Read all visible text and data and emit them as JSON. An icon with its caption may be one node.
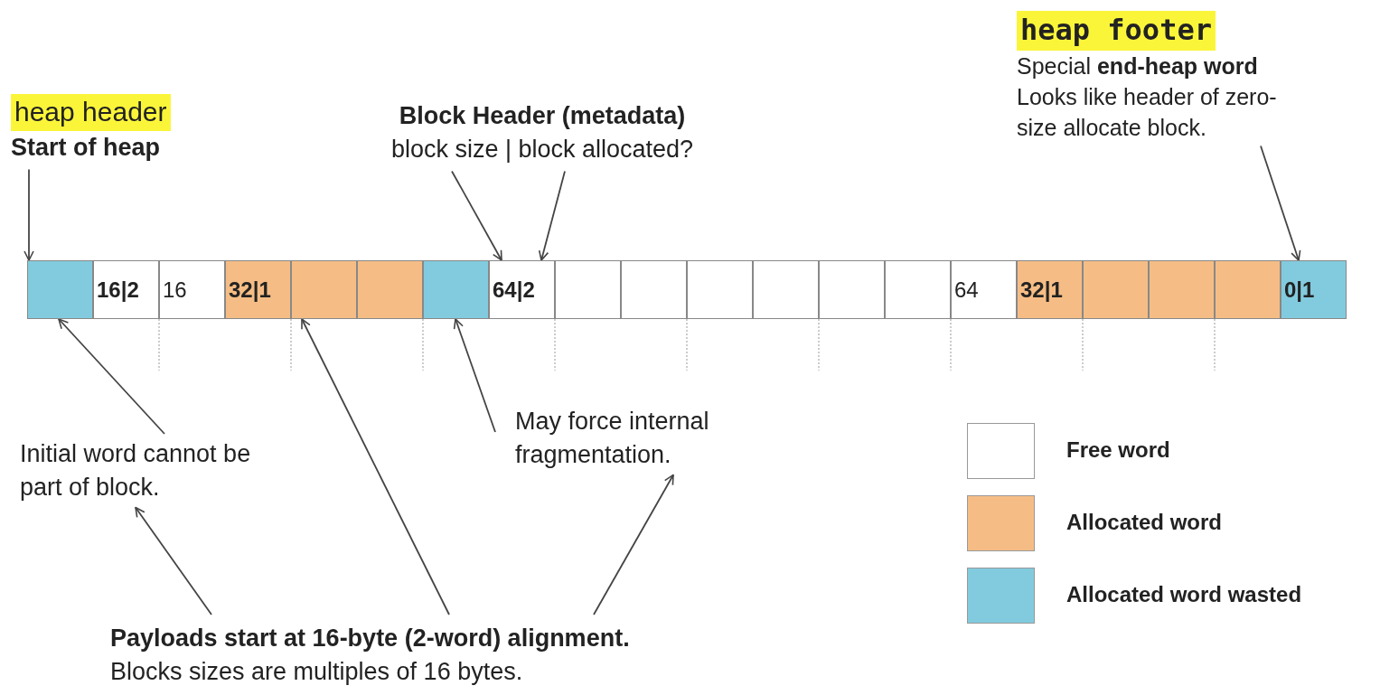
{
  "diagram": {
    "nodes": [
      {
        "text": [
          "heap footer",
          "Special **end-heap word** Looks like header of zero-size allocate block."
        ]
      },
      {
        "text": [
          "heap header",
          "Start of heap"
        ]
      },
      {
        "text": [
          "Block Header (metadata)",
          "block size | block allocated?"
        ]
      },
      {
        "text": [],
        "shape": "box"
      },
      {
        "text": [
          "16|2"
        ]
      },
      {
        "text": [
          "16"
        ]
      },
      {
        "text": [
          "32|1"
        ]
      },
      {
        "text": [],
        "shape": "box"
      },
      {
        "text": [],
        "shape": "box"
      },
      {
        "text": [],
        "shape": "box"
      },
      {
        "text": [
          "64|2"
        ]
      },
      {
        "text": [],
        "shape": "box"
      },
      {
        "text": [],
        "shape": "box"
      },
      {
        "text": [],
        "shape": "box"
      },
      {
        "text": [],
        "shape": "box"
      },
      {
        "text": [],
        "shape": "box"
      },
      {
        "text": [],
        "shape": "box"
      },
      {
        "text": [
          "64"
        ]
      },
      {
        "text": [
          "32|1"
        ]
      },
      {
        "text": [],
        "shape": "box"
      },
      {
        "text": [],
        "shape": "box"
      },
      {
        "text": [],
        "shape": "box"
      },
      {
        "text": [
          "0|1"
        ]
      },
      {
        "text": [
          "May force internal fragmentation."
        ]
      },
      {
        "text": [
          "Initial word cannot be part of block."
        ]
      },
      {
        "text": [
          "Payloads start at 16-byte (2-word) alignment.",
          "Blocks sizes are multiples of 16 bytes."
        ]
      }
    ],
    "edges": [
      {
        "from": 1,
        "to": 3,
        "arrow": "to"
      },
      {
        "from": 2,
        "to": 10,
        "arrow": "to"
      },
      {
        "from": 2,
        "to": 10,
        "arrow": "to"
      },
      {
        "from": 0,
        "to": 22,
        "arrow": "to"
      },
      {
        "from": 24,
        "to": 3,
        "arrow": "to"
      },
      {
        "from": 23,
        "to": 9,
        "arrow": "to"
      },
      {
        "from": 25,
        "to": 24,
        "arrow": "to"
      },
      {
        "from": 25,
        "to": 7,
        "arrow": "to"
      },
      {
        "from": 25,
        "to": 23,
        "arrow": "to"
      }
    ],
    "legend": [
      {
        "text": "Free word",
        "color": "#ffffff"
      },
      {
        "text": "Allocated word",
        "color": "#f5bd85"
      },
      {
        "text": "Allocated word wasted",
        "color": "#82cbde"
      }
    ]
  }
}
